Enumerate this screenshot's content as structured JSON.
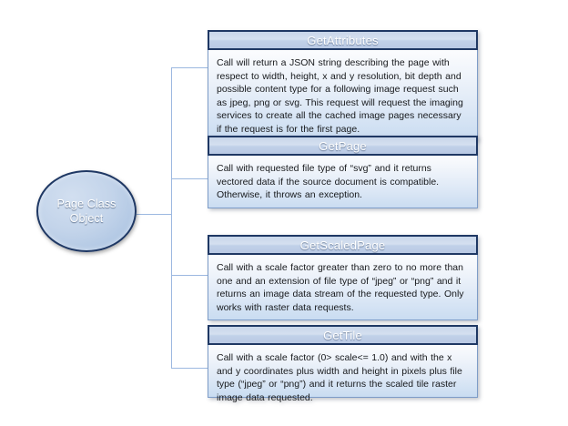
{
  "diagram": {
    "title": "Page Class Object API methods",
    "colors": {
      "border": "#1f3864",
      "connector": "#9cb8e0",
      "header_fill": "#c8d6ea",
      "body_fill": "#dde8f6",
      "title_text": "#ffffff",
      "body_text": "#17191c"
    },
    "root": {
      "label": "Page Class\nObject",
      "shape": "ellipse"
    },
    "nodes": [
      {
        "id": "get-attributes",
        "title": "GetAttributes",
        "description": "Call will return a JSON string describing the page with respect to width, height,  x and y resolution, bit depth and possible content type for a following image request such as jpeg, png or svg. This request will request the  imaging services to create all the cached image pages necessary if the request is for the first page."
      },
      {
        "id": "get-page",
        "title": "GetPage",
        "description": "Call with requested file type of “svg” and it returns vectored data if the source document  is compatible.  Otherwise,  it throws  an exception."
      },
      {
        "id": "get-scaled-page",
        "title": "GetScaledPage",
        "description": "Call with a scale factor greater than zero  to no more than one and an extension of file type of “jpeg” or “png” and it returns  an image data stream of the requested type.   Only works with raster data requests."
      },
      {
        "id": "get-tile",
        "title": "GetTile",
        "description": "Call with a scale factor (0> scale<= 1.0) and with the x and y coordinates plus width and height in pixels plus file type (“jpeg” or “png”) and  it returns  the scaled tile raster image data requested."
      }
    ]
  }
}
